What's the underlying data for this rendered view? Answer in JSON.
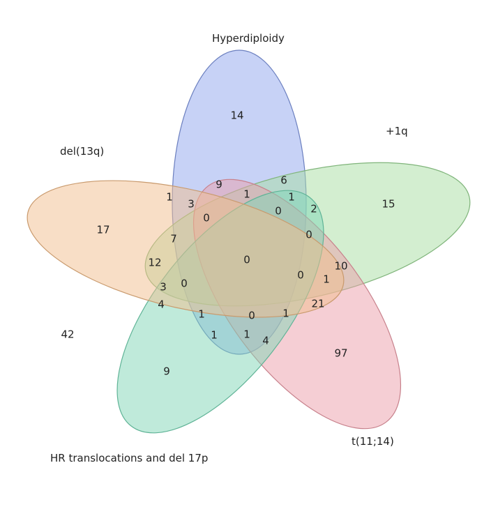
{
  "sets": [
    {
      "name": "Hyperdiploidy",
      "fill": "#8fa6ee",
      "stroke": "#6b7fbf"
    },
    {
      "name": "+1q",
      "fill": "#a8dda2",
      "stroke": "#7fb47a"
    },
    {
      "name": "t(11;14)",
      "fill": "#ec9ea9",
      "stroke": "#c7808b"
    },
    {
      "name": "HR translocations and del 17p",
      "fill": "#7fd6b6",
      "stroke": "#5fb396"
    },
    {
      "name": "del(13q)",
      "fill": "#f1be8d",
      "stroke": "#c99a6d"
    }
  ],
  "outside_count": "42",
  "region_counts": {
    "hyperdiploidy_only": "14",
    "plus1q_only": "15",
    "t1114_only": "97",
    "hr_only": "9",
    "del13q_only": "17",
    "c_9": "9",
    "c_6": "6",
    "c_1a": "1",
    "c_1b": "1",
    "c_1c": "1",
    "c_3": "3",
    "c_0a": "0",
    "c_0b": "0",
    "c_2": "2",
    "c_0c": "0",
    "c_7": "7",
    "c_12": "12",
    "center": "0",
    "c_10": "10",
    "c_0d": "0",
    "c_1d": "1",
    "c_3b": "3",
    "c_0e": "0",
    "c_4": "4",
    "c_21": "21",
    "c_1e": "1",
    "c_0f": "0",
    "c_1f": "1",
    "c_1g": "1",
    "c_1h": "1",
    "c_4b": "4"
  }
}
